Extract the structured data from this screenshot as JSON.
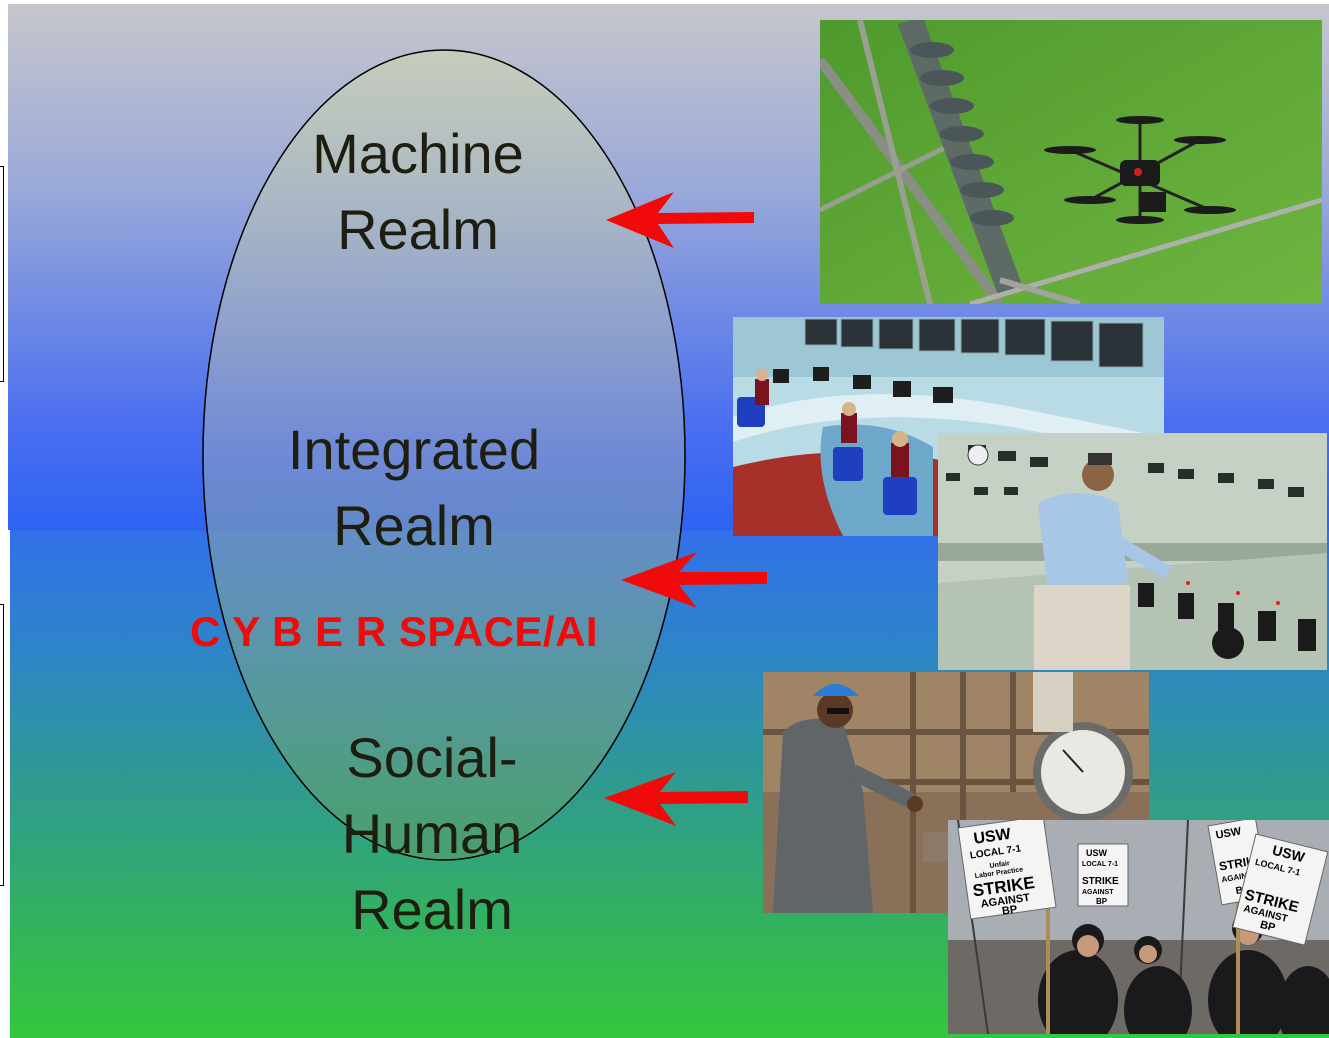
{
  "realms": {
    "machine": [
      "Machine",
      "Realm"
    ],
    "integrated": [
      "Integrated",
      "Realm"
    ],
    "social": [
      "Social-",
      "Human",
      "Realm"
    ]
  },
  "cyber_label": "C Y B E R SPACE/AI",
  "colors": {
    "arrow": "#f10a0a",
    "cyber_text": "#f10a0a",
    "ellipse_fill_top": "#c7cfb8",
    "ellipse_fill_bottom": "#4f9e6a"
  },
  "photos": {
    "drone": "drone-over-power-line-photo",
    "control_room": "control-room-operators-photo",
    "control_panel": "man-at-control-panel-photo",
    "refinery_worker": "refinery-worker-at-valve-photo",
    "strike": "strike-picketers-photo"
  },
  "signs": {
    "line1": "USW",
    "line2": "LOCAL 7-1",
    "line3": "Unfair",
    "line4": "Labor Practice",
    "line5": "STRIKE",
    "line6": "AGAINST",
    "line7": "BP"
  }
}
